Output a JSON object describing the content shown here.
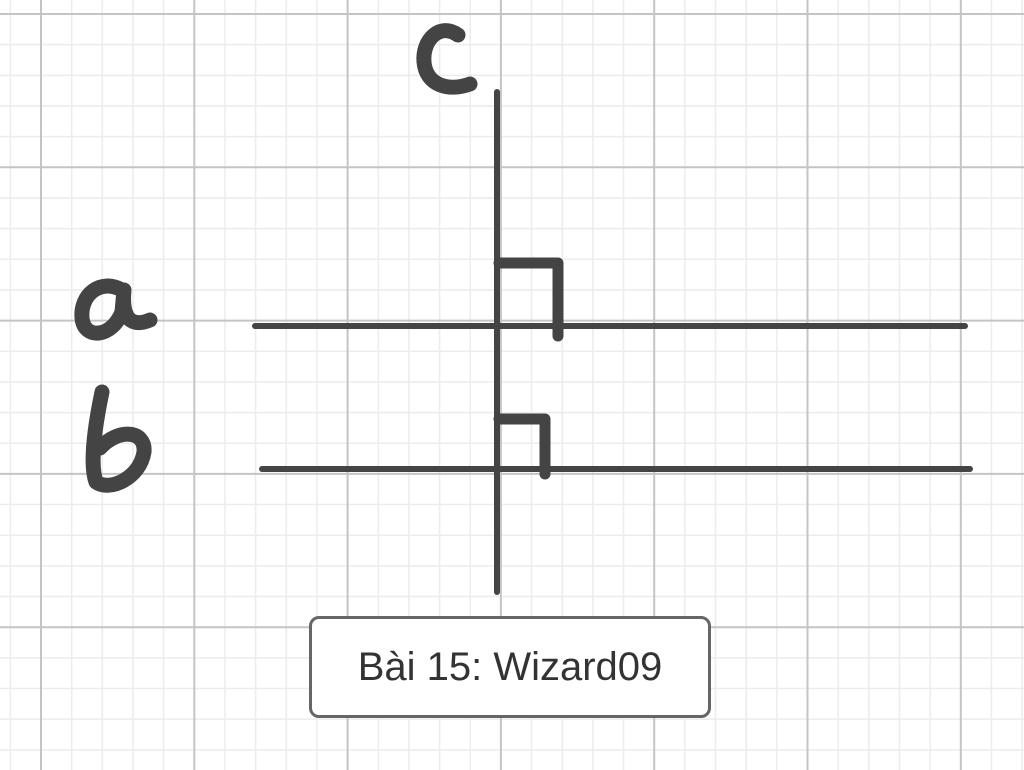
{
  "diagram": {
    "line_labels": [
      "c",
      "a",
      "b"
    ],
    "caption": "Bài 15: Wizard09",
    "ink_color": "#444444",
    "grid_major_color": "#c4c4c4",
    "grid_minor_color": "#ececec"
  }
}
